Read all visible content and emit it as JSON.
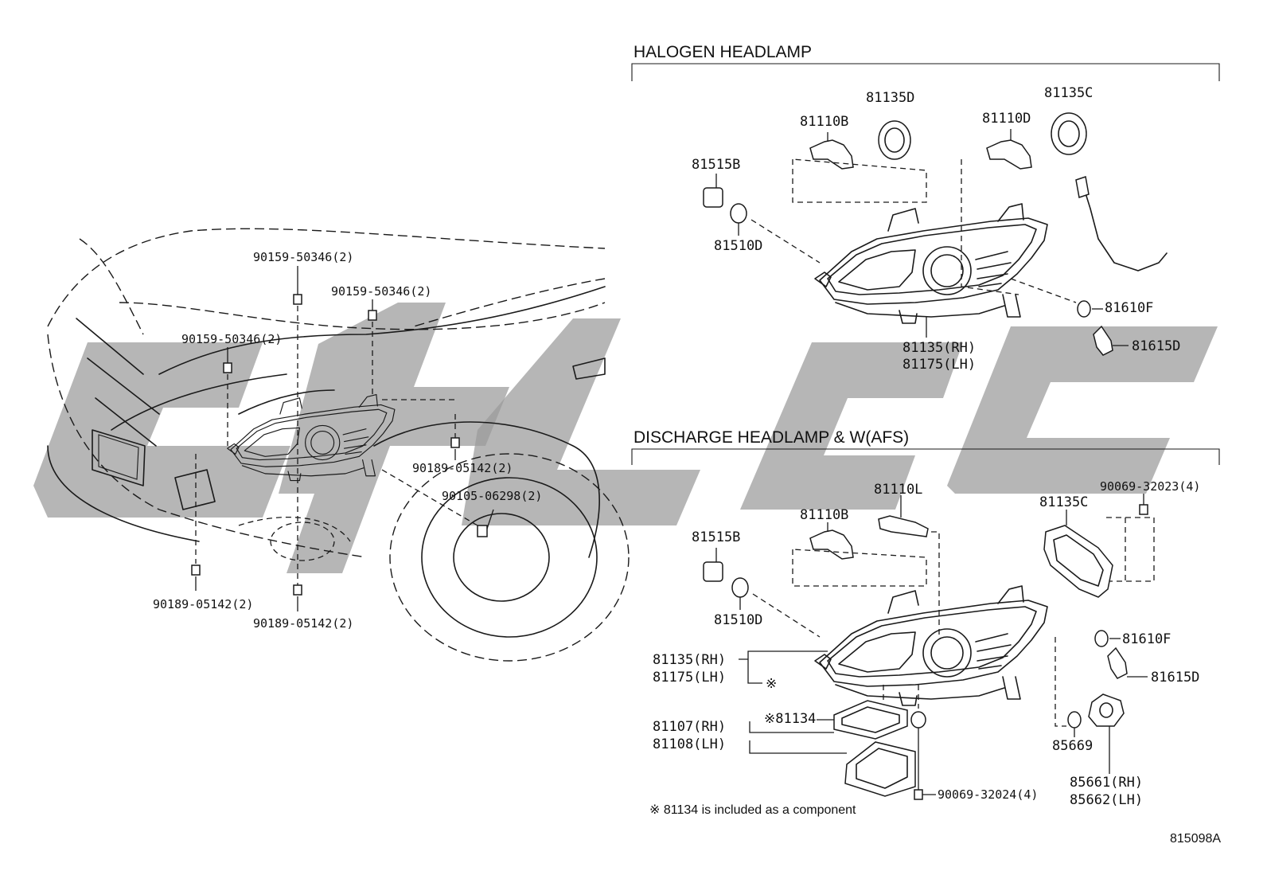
{
  "sections": {
    "halogen_title": "HALOGEN HEADLAMP",
    "discharge_title": "DISCHARGE HEADLAMP & W(AFS)"
  },
  "left_labels": {
    "bolt_top": "90159-50346(2)",
    "bolt_right": "90159-50346(2)",
    "bolt_left": "90159-50346(2)",
    "clip_right": "90189-05142(2)",
    "screw": "90105-06298(2)",
    "clip_bottom_left": "90189-05142(2)",
    "clip_bottom": "90189-05142(2)"
  },
  "halogen_labels": {
    "socket_81135d": "81135D",
    "bulb_81110b": "81110B",
    "socket_81135c": "81135C",
    "bulb_81110d": "81110D",
    "socket_81515b": "81515B",
    "bulb_81510d": "81510D",
    "bulb_81610f": "81610F",
    "socket_81615d": "81615D",
    "lamp_rh": "81135(RH)",
    "lamp_lh": "81175(LH)"
  },
  "discharge_labels": {
    "bulb_81110l": "81110L",
    "screw_top": "90069-32023(4)",
    "bulb_81110b": "81110B",
    "cover_81135c": "81135C",
    "socket_81515b": "81515B",
    "bulb_81510d": "81510D",
    "bulb_81610f": "81610F",
    "lamp_rh": "81135(RH)",
    "lamp_lh": "81175(LH)",
    "lamp_mark": "※",
    "socket_81615d": "81615D",
    "ballast_rh": "81107(RH)",
    "ballast_lh": "81108(LH)",
    "gasket": "※81134",
    "ring_85669": "85669",
    "motor_rh": "85661(RH)",
    "motor_lh": "85662(LH)",
    "screw_bottom": "90069-32024(4)"
  },
  "footnote": "※ 81134 is included as a component",
  "figure_code": "815098A",
  "watermark_color": "#9a9a9a"
}
